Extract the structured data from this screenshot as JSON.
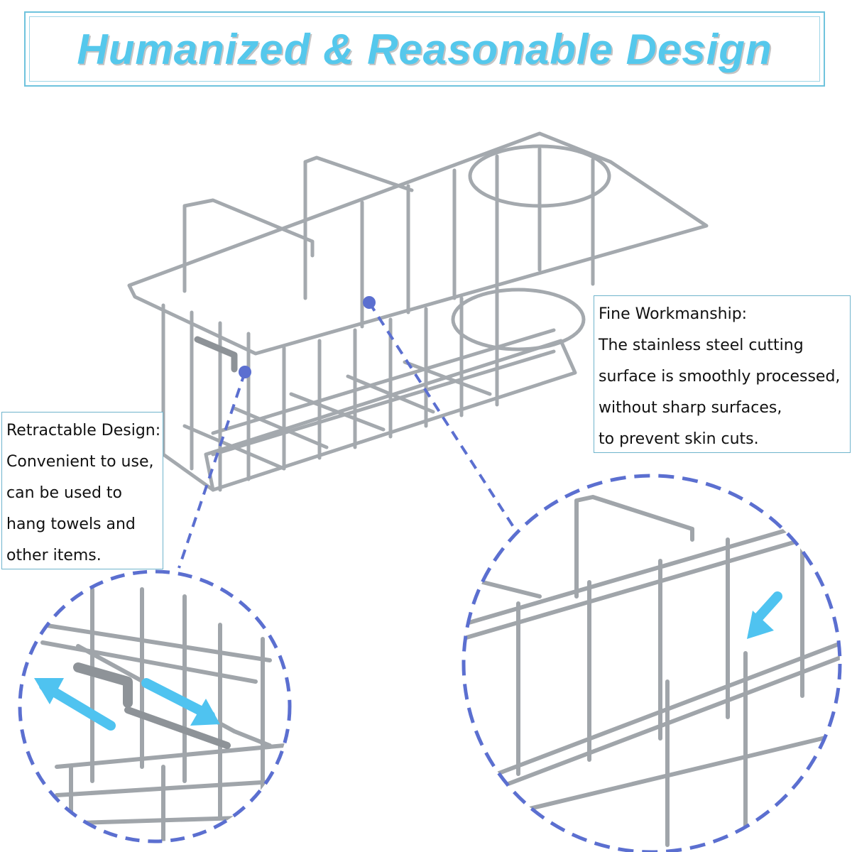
{
  "header": {
    "title": "Humanized & Reasonable Design"
  },
  "callouts": {
    "retractable": {
      "lines": [
        "Retractable Design:",
        "Convenient to use,",
        "can be used to",
        "hang towels and",
        "other items."
      ]
    },
    "workmanship": {
      "lines": [
        "Fine Workmanship:",
        "The stainless steel cutting",
        "surface is smoothly processed,",
        "without sharp surfaces,",
        "to prevent skin cuts."
      ]
    }
  },
  "colors": {
    "title": "#55c8ec",
    "frame": "#6fc3dd",
    "dash": "#5b6fd0",
    "arrow": "#4fc3f0",
    "steel": "#9ea3a8"
  },
  "icons": {
    "left_zoom_arrows": "double-arrow-icon",
    "right_zoom_arrow": "arrow-down-left-icon"
  }
}
